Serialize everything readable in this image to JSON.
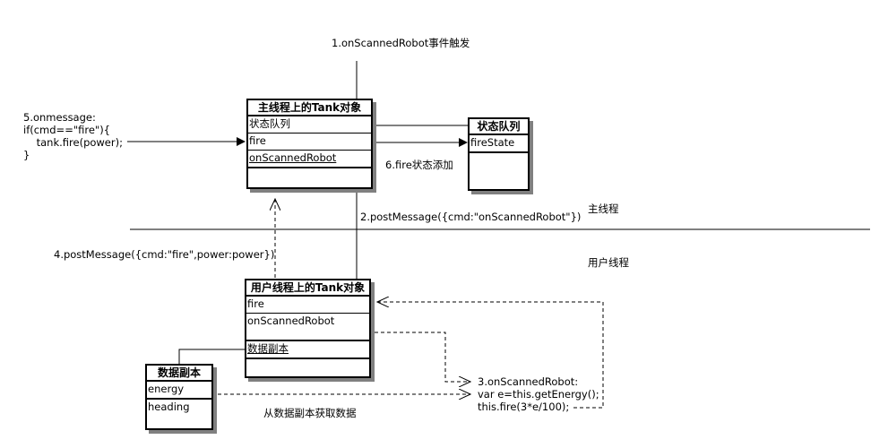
{
  "labels": {
    "step1": "1.onScannedRobot事件触发",
    "step2": "2.postMessage({cmd:\"onScannedRobot\"})",
    "step3": [
      "3.onScannedRobot:",
      "var e=this.getEnergy();",
      "this.fire(3*e/100);"
    ],
    "step4": "4.postMessage({cmd:\"fire\",power:power})",
    "step5": [
      "5.onmessage:",
      "if(cmd==\"fire\"){",
      "    tank.fire(power);",
      "}"
    ],
    "step6": "6.fire状态添加",
    "main_thread": "主线程",
    "user_thread": "用户线程",
    "fetch_data": "从数据副本获取数据"
  },
  "boxes": {
    "main_tank": {
      "title": "主线程上的Tank对象",
      "rows": [
        "状态队列",
        "fire",
        "onScannedRobot",
        ""
      ]
    },
    "state_queue": {
      "title": "状态队列",
      "rows": [
        "fireState",
        ""
      ]
    },
    "user_tank": {
      "title": "用户线程上的Tank对象",
      "rows": [
        "fire",
        "onScannedRobot",
        "数据副本",
        ""
      ]
    },
    "data_copy": {
      "title": "数据副本",
      "rows": [
        "energy",
        "heading"
      ]
    }
  }
}
